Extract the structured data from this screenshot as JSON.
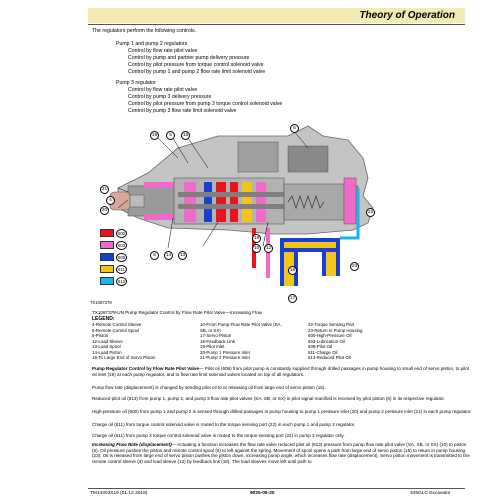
{
  "header": {
    "title": "Theory of Operation"
  },
  "intro": "The regulators perform the following controls.",
  "pump12": {
    "heading": "Pump 1 and pump 2 regulators",
    "lines": [
      "Control by flow rate pilot valve",
      "Control by pump and partner pump delivery pressure",
      "Control by pilot pressure from torque control solenoid valve",
      "Control by pump 1 and pump 2 flow rate limit solenoid valve"
    ]
  },
  "pump3": {
    "heading": "Pump 3 regulator",
    "lines": [
      "Control by flow rate pilot valve",
      "Control by pump 3 delivery pressure",
      "Control by pilot pressure from pump 3 torque control solenoid valve",
      "Control by pump 3 flow rate limit solenoid valve"
    ]
  },
  "diagram": {
    "callouts": [
      "19",
      "5",
      "15",
      "6",
      "21",
      "4",
      "20",
      "22",
      "8",
      "14",
      "13",
      "18",
      "10",
      "12",
      "23",
      "17",
      "16"
    ],
    "swatches": [
      {
        "label": "600",
        "color": "#e8141e"
      },
      {
        "label": "603",
        "color": "#f06ac8"
      },
      {
        "label": "609",
        "color": "#1a3fd0"
      },
      {
        "label": "611",
        "color": "#f3c41a"
      },
      {
        "label": "613",
        "color": "#18b6ea"
      }
    ],
    "colors": {
      "high": "#e8141e",
      "torque": "#f06ac8",
      "lube": "#1a3fd0",
      "charge": "#f3c41a",
      "reduced": "#18b6ea",
      "body": "#bdbdbd",
      "dark": "#8a8a8a",
      "piston": "#d9a79a"
    },
    "code": "TX1087378"
  },
  "caption": "TX1087378-UN  Pump Regulator Control by Flow Rate Pilot Valve—Increasing Flow",
  "legend": {
    "title": "LEGEND:",
    "col1": [
      "4-Remote Control Sleeve",
      "5-Remote Control Spool",
      "6-Piston",
      "12-Load Sleeve",
      "13-Load Spool",
      "14-Load Piston",
      "15-To Large End of Servo Piston"
    ],
    "col2": [
      "10-From Pump Flow Rate Pilot Valve (SA,",
      "SB, or SX)",
      "17-Servo Piston",
      "18-Feedback Link",
      "19-Pilot Inlet",
      "20-Pump 1 Pressure Inlet",
      "21-Pump 2 Pressure Inlet"
    ],
    "col3": [
      "22-Torque Sensing Port",
      "23-Return to Pump Housing",
      "600-High-Pressure Oil",
      "603-Lubrication Oil",
      "609-Pilot Oil",
      "611-Charge Oil",
      "613-Reduced Pilot Oil"
    ]
  },
  "section_title": "Pump Regulator Control by Flow Rate Pilot Valve",
  "paragraphs": [
    {
      "lead": "Pump Regulator Control by Flow Rate Pilot Valve",
      "text": "— Pilot oil (609) from pilot pump is constantly supplied through drilled passages in pump housing to small end of servo piston, to pilot oil inlet (19) at each pump regulator, and to flow rate limit solenoid valves located on top of all regulators."
    },
    {
      "lead": "",
      "text": "Pump flow rate (displacement) is changed by sending pilot oil to or releasing oil from large end of servo piston (15)."
    },
    {
      "lead": "",
      "text": "Reduced pilot oil (613) from pump 1, pump 2, and pump 3 flow rate pilot valves (SA, SB, or SX) in pilot signal manifold is received by pilot piston (6) in its respective regulator."
    },
    {
      "lead": "",
      "text": "High-pressure oil (600) from pump 1 and pump 2 is sensed through drilled passages in pump housing to pump 1 pressure inlet (20) and pump 2 pressure inlet (21) in each pump regulator."
    },
    {
      "lead": "",
      "text": "Charge oil (611) from torque control solenoid valve is routed to the torque sensing port (22) in each pump 1 and pump 2 regulator."
    },
    {
      "lead": "",
      "text": "Charge oil (611) from pump 3 torque control solenoid valve is routed to the torque sensing port (22) in pump 3 regulator only."
    },
    {
      "lead": "Increasing Flow Rate (displacement)",
      "text": "— Actuating a function increases the flow rate valve reduced pilot oil (613) pressure from pump flow rate pilot valve (SA, SB, or SX) (10) to piston (6). Oil pressure pushes the piston and remote control spool (5) to left against the spring. Movement of spool opens a path from large end of servo piston (15) to return in pump housing (23). Oil is released from large end of servo piston pushes the piston down, increasing pump angle, which increases flow rate (displacement). Servo piston movement is transmitted to the remote control sleeve (4) and load sleeve (12) by feedback link (18). The load sleeves move left until path to"
    }
  ],
  "footer": {
    "left": "TM14303X19 (01.12.2018)",
    "center": "9025-05-20",
    "right": "345GLC Excavator"
  }
}
